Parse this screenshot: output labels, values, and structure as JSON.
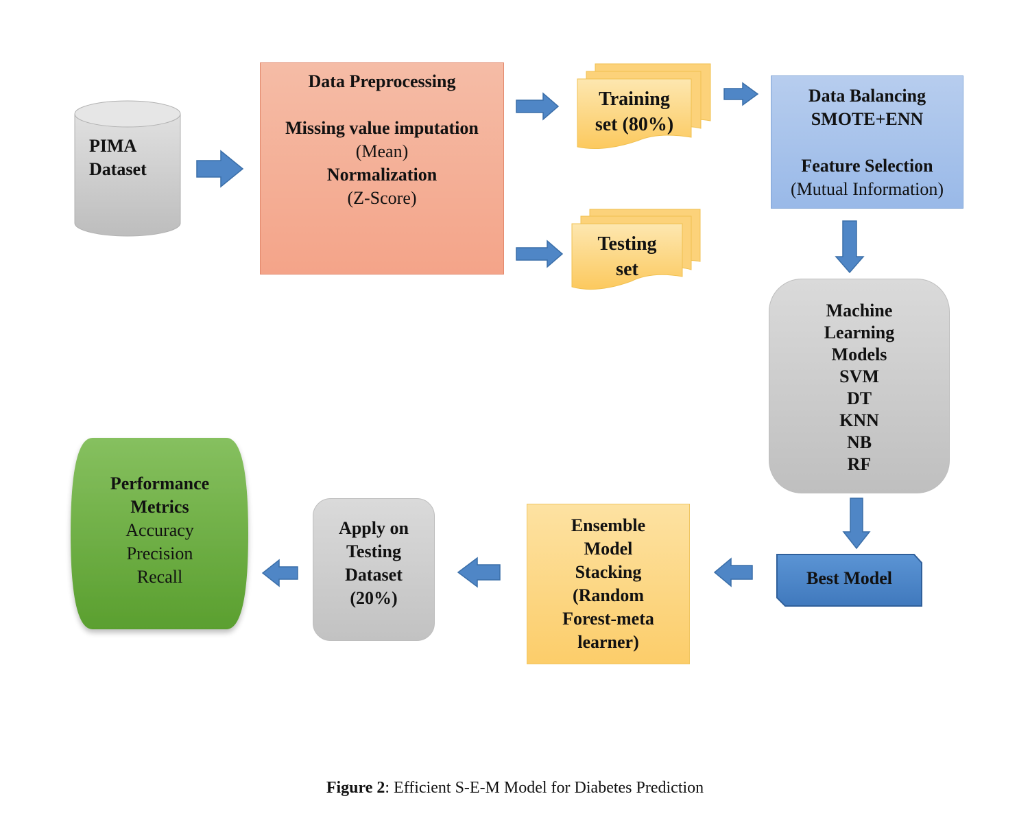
{
  "pima": {
    "line1": "PIMA",
    "line2": "Dataset"
  },
  "preprocessing": {
    "title": "Data Preprocessing",
    "step1": "Missing value imputation",
    "step1_detail": "(Mean)",
    "step2": "Normalization",
    "step2_detail": "(Z-Score)"
  },
  "training_set": {
    "line1": "Training",
    "line2": "set (80%)"
  },
  "testing_set": {
    "line1": "Testing",
    "line2": "set"
  },
  "balancing": {
    "title1": "Data Balancing",
    "title2": "SMOTE+ENN",
    "feature_title": "Feature Selection",
    "feature_detail": "(Mutual Information)"
  },
  "ml_models": {
    "lines": [
      "Machine",
      "Learning",
      "Models",
      "SVM",
      "DT",
      "KNN",
      "NB",
      "RF"
    ]
  },
  "best_model": {
    "label": "Best Model"
  },
  "ensemble": {
    "lines": [
      "Ensemble",
      "Model",
      "Stacking",
      "(Random",
      "Forest-meta",
      "learner)"
    ]
  },
  "apply": {
    "lines": [
      "Apply on",
      "Testing",
      "Dataset",
      "(20%)"
    ]
  },
  "performance": {
    "title1": "Performance",
    "title2": "Metrics",
    "metrics": [
      "Accuracy",
      "Precision",
      "Recall"
    ]
  },
  "caption": {
    "label": "Figure 2",
    "text": ": Efficient S-E-M Model for Diabetes Prediction"
  },
  "colors": {
    "arrow": "#4f86c6",
    "arrow_stroke": "#3a6ea8",
    "preprocessing": "#f4a489",
    "balancing": "#99b9e8",
    "yellow": "#fccd6a",
    "gray": "#c8c8c8",
    "green": "#6aad3e",
    "best_model": "#4a86c8"
  }
}
